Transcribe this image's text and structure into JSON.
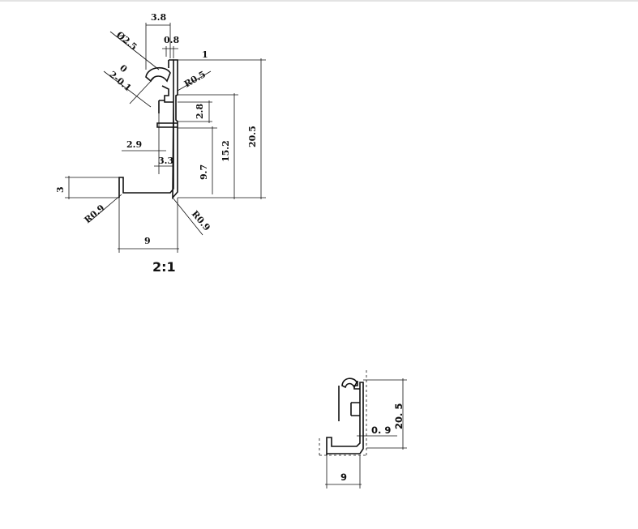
{
  "drawing_large": {
    "scale": "2:1",
    "dims": {
      "d_38": "3.8",
      "d_08": "0.8",
      "d_1": "1",
      "d_dia25": "Ø2.5",
      "d_0": "0",
      "d_201": "2-0.1",
      "d_r05": "R0.5",
      "d_28": "2.8",
      "d_29": "2.9",
      "d_33": "3.3",
      "d_97": "9.7",
      "d_152": "15.2",
      "d_205": "20.5",
      "d_3": "3",
      "d_r09_left": "R0.9",
      "d_r09_right": "R0.9",
      "d_9": "9"
    }
  },
  "drawing_small": {
    "dims": {
      "d_205": "20. 5",
      "d_09": "0. 9",
      "d_9": "9"
    }
  }
}
